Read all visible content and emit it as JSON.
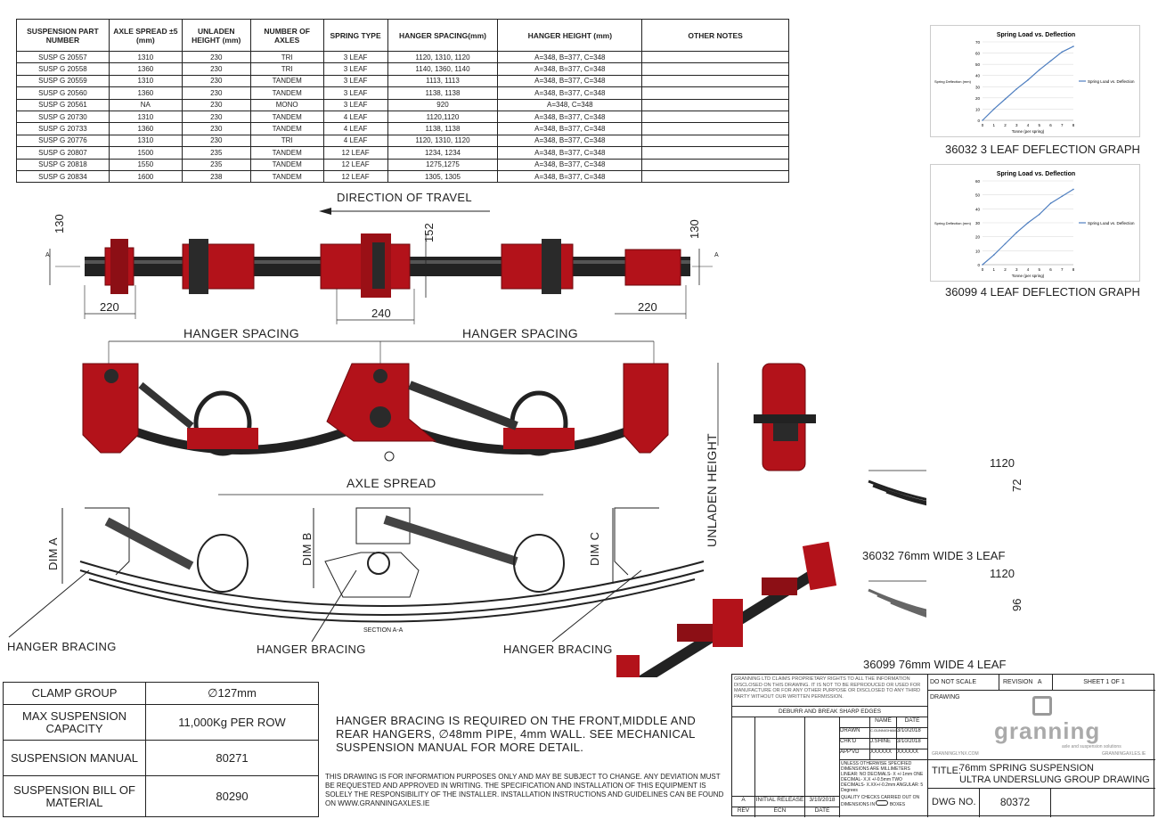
{
  "spec_table": {
    "headers": [
      "SUSPENSION PART NUMBER",
      "AXLE SPREAD ±5 (mm)",
      "UNLADEN HEIGHT (mm)",
      "NUMBER OF AXLES",
      "SPRING TYPE",
      "HANGER SPACING(mm)",
      "HANGER HEIGHT (mm)",
      "OTHER NOTES"
    ],
    "rows": [
      [
        "SUSP G 20557",
        "1310",
        "230",
        "TRI",
        "3 LEAF",
        "1120, 1310, 1120",
        "A=348, B=377, C=348",
        ""
      ],
      [
        "SUSP G 20558",
        "1360",
        "230",
        "TRI",
        "3 LEAF",
        "1140, 1360, 1140",
        "A=348, B=377, C=348",
        ""
      ],
      [
        "SUSP G 20559",
        "1310",
        "230",
        "TANDEM",
        "3 LEAF",
        "1113, 1113",
        "A=348, B=377, C=348",
        ""
      ],
      [
        "SUSP G 20560",
        "1360",
        "230",
        "TANDEM",
        "3 LEAF",
        "1138, 1138",
        "A=348, B=377, C=348",
        ""
      ],
      [
        "SUSP G 20561",
        "NA",
        "230",
        "MONO",
        "3 LEAF",
        "920",
        "A=348, C=348",
        ""
      ],
      [
        "SUSP G 20730",
        "1310",
        "230",
        "TANDEM",
        "4 LEAF",
        "1120,1120",
        "A=348, B=377, C=348",
        ""
      ],
      [
        "SUSP G 20733",
        "1360",
        "230",
        "TANDEM",
        "4 LEAF",
        "1138, 1138",
        "A=348, B=377, C=348",
        ""
      ],
      [
        "SUSP G 20776",
        "1310",
        "230",
        "TRI",
        "4 LEAF",
        "1120, 1310, 1120",
        "A=348, B=377, C=348",
        ""
      ],
      [
        "SUSP G 20807",
        "1500",
        "235",
        "TANDEM",
        "12 LEAF",
        "1234, 1234",
        "A=348, B=377, C=348",
        ""
      ],
      [
        "SUSP G 20818",
        "1550",
        "235",
        "TANDEM",
        "12 LEAF",
        "1275,1275",
        "A=348, B=377, C=348",
        ""
      ],
      [
        "SUSP G 20834",
        "1600",
        "238",
        "TANDEM",
        "12 LEAF",
        "1305, 1305",
        "A=348, B=377, C=348",
        ""
      ]
    ]
  },
  "chart_data": [
    {
      "type": "line",
      "title": "Spring Load vs. Deflection",
      "xlabel": "Tonne (per spring)",
      "ylabel": "Spring Deflection (mm)",
      "legend": "Spring Load vs. Deflection",
      "legend_position": "right",
      "x": [
        0,
        1,
        2,
        3,
        4,
        5,
        6,
        7,
        8
      ],
      "xlim": [
        0,
        8
      ],
      "ylim": [
        0,
        70
      ],
      "y_ticks": [
        0,
        10,
        20,
        30,
        40,
        50,
        60,
        70
      ],
      "series": [
        {
          "name": "Spring Load vs. Deflection",
          "values": [
            0,
            10,
            19,
            28,
            36,
            45,
            53,
            61,
            66
          ]
        }
      ],
      "caption": "36032 3 LEAF DEFLECTION GRAPH",
      "color": "#4f7fc0"
    },
    {
      "type": "line",
      "title": "Spring Load vs. Deflection",
      "xlabel": "Tonne (per spring)",
      "ylabel": "Spring Deflection (mm)",
      "legend": "Spring Load vs. Deflection",
      "legend_position": "right",
      "x": [
        0,
        1,
        2,
        3,
        4,
        5,
        6,
        7,
        8
      ],
      "xlim": [
        0,
        8
      ],
      "ylim": [
        0,
        60
      ],
      "y_ticks": [
        0,
        10,
        20,
        30,
        40,
        50,
        60
      ],
      "series": [
        {
          "name": "Spring Load vs. Deflection",
          "values": [
            0,
            7,
            15,
            23,
            30,
            36,
            44,
            49,
            54
          ]
        }
      ],
      "caption": "36099 4 LEAF DEFLECTION GRAPH",
      "color": "#4f7fc0"
    }
  ],
  "plan_view": {
    "travel_label": "DIRECTION OF TRAVEL",
    "dims": {
      "left_height": "130",
      "right_height": "130",
      "center_height": "152",
      "left_width": "220",
      "center_width": "240",
      "right_width": "220"
    },
    "section_marker": "A"
  },
  "side_view": {
    "hanger_spacing_1": "HANGER SPACING",
    "hanger_spacing_2": "HANGER SPACING",
    "axle_spread": "AXLE SPREAD",
    "unladen_height": "UNLADEN HEIGHT"
  },
  "section_view": {
    "dim_a": "DIM A",
    "dim_b": "DIM B",
    "dim_c": "DIM C",
    "section_label": "SECTION A-A",
    "bracing_1": "HANGER BRACING",
    "bracing_2": "HANGER BRACING",
    "bracing_3": "HANGER BRACING"
  },
  "springs": [
    {
      "length": "1120",
      "height": "72",
      "caption": "36032 76mm WIDE 3 LEAF"
    },
    {
      "length": "1120",
      "height": "96",
      "caption": "36099 76mm WIDE 4 LEAF"
    }
  ],
  "summary_table": [
    {
      "label": "CLAMP GROUP",
      "value": "∅127mm"
    },
    {
      "label": "MAX SUSPENSION CAPACITY",
      "value": "11,000Kg PER ROW"
    },
    {
      "label": "SUSPENSION MANUAL",
      "value": "80271"
    },
    {
      "label": "SUSPENSION BILL OF MATERIAL",
      "value": "80290"
    }
  ],
  "note_main": "HANGER BRACING IS REQUIRED ON THE FRONT,MIDDLE AND REAR HANGERS, ∅48mm PIPE, 4mm WALL. SEE MECHANICAL SUSPENSION MANUAL FOR MORE DETAIL.",
  "note_disclaimer": "THIS DRAWING IS FOR INFORMATION PURPOSES ONLY AND MAY BE SUBJECT TO CHANGE. ANY DEVIATION MUST BE REQUESTED AND APPROVED IN WRITING. THE SPECIFICATION AND INSTALLATION OF THIS EQUIPMENT IS SOLELY THE RESPONSIBILITY OF THE INSTALLER. INSTALLATION INSTRUCTIONS AND GUIDELINES CAN BE FOUND ON WWW.GRANNINGAXLES.IE",
  "title_block": {
    "rights": "GRANNING LTD CLAIMS PROPRIETARY RIGHTS TO ALL THE INFORMATION DISCLOSED ON THIS DRAWING. IT IS NOT TO BE REPRODUCED OR USED FOR MANUFACTURE OR FOR ANY OTHER PURPOSE OR DISCLOSED TO ANY THIRD PARTY WITHOUT OUR WRITTEN PERMISSION.",
    "deburr": "DEBURR AND BREAK SHARP EDGES",
    "name_hdr": "NAME",
    "date_hdr": "DATE",
    "drawn": "DRAWN",
    "drawn_name": "C.GUNNIGHAM",
    "drawn_date": "3/10/2018",
    "chkd": "CHK'D",
    "chkd_name": "J.SHINE",
    "chkd_date": "3/10/2018",
    "appvd": "APP'VD",
    "appvd_name": "XXXXXX",
    "appvd_date": "XXXXXX",
    "tolerances": "UNLESS OTHERWISE SPECIFIED DIMENSIONS ARE MILLIMETERS LINEAR: NO DECIMALS- X +/-1mm ONE DECIMAL- X.X +/-0.5mm TWO DECIMALS- X.XX+/-0.2mm ANGULAR: 5 Degrees",
    "quality": "QUALITY CHECKS CARRIED OUT ON DIMENSIONS IN",
    "boxes": "BOXES",
    "rev_row": {
      "rev": "A",
      "desc": "INITIAL RELEASE",
      "date": "3/10/2018"
    },
    "rev_hdr": "REV",
    "ecn_hdr": "ECN",
    "date_col_hdr": "DATE",
    "do_not_scale": "DO NOT SCALE DRAWING",
    "revision_label": "REVISION",
    "revision": "A",
    "sheet": "SHEET 1 OF 1",
    "logo": "granning",
    "tagline": "axle and suspension solutions",
    "url_left": "GRANNINGLYNX.COM",
    "url_right": "GRANNINGAXLES.IE",
    "title_label": "TITLE:",
    "title_line1": "76mm SPRING SUSPENSION",
    "title_line2": "ULTRA UNDERSLUNG GROUP DRAWING",
    "dwg_label": "DWG NO.",
    "dwg_no": "80372"
  },
  "colors": {
    "red": "#b3121a",
    "dark_red": "#6d0a0e",
    "steel": "#2a2a2a",
    "line": "#222222",
    "chart_line": "#4f7fc0"
  }
}
